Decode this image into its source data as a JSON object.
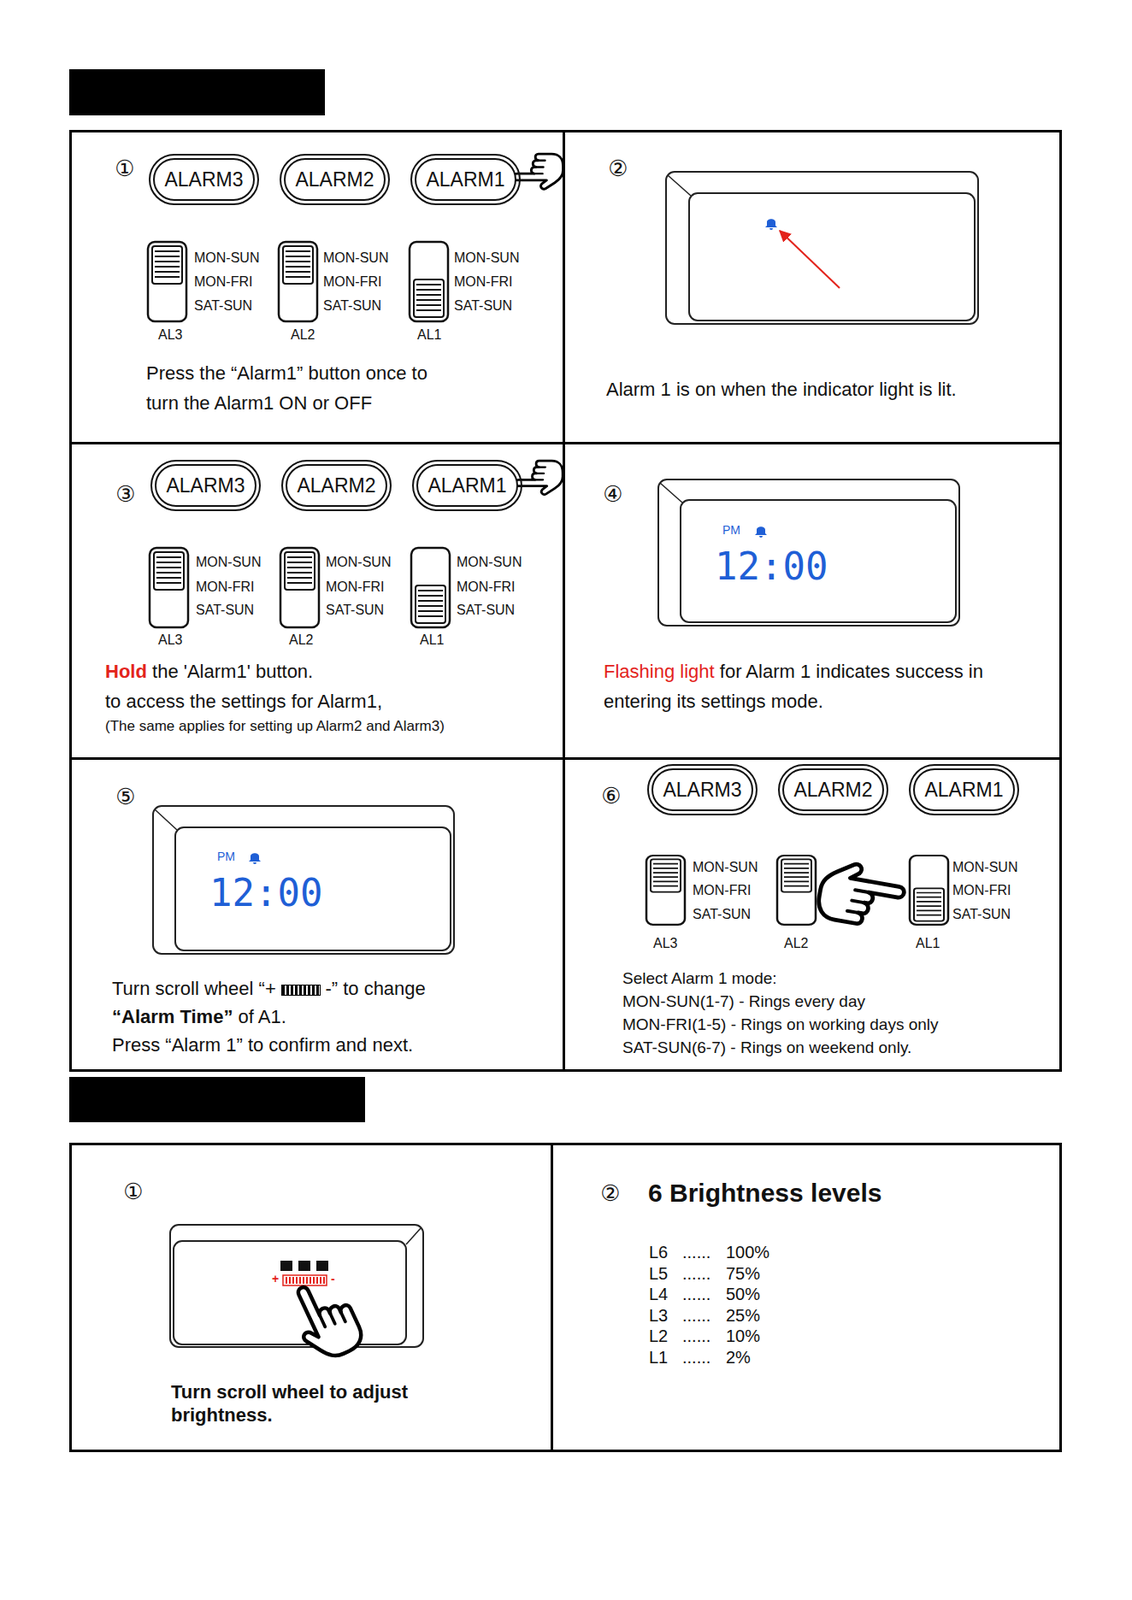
{
  "diagram": {
    "nodes": [
      {
        "text": [
          "①",
          "Press the “Alarm1” button once to turn the Alarm1 ON or OFF"
        ]
      },
      {
        "text": [
          "ALARM3"
        ],
        "in": 0
      },
      {
        "text": [
          "ALARM2"
        ],
        "in": 0
      },
      {
        "text": [
          "ALARM1"
        ],
        "in": 0
      },
      {
        "text": [
          "②",
          "Alarm 1 is on when the indicator light is lit."
        ]
      },
      {
        "text": [
          "③",
          "Hold",
          "the 'Alarm1' button.",
          "to access the settings for Alarm1,",
          "(The same applies for setting up Alarm2 and Alarm3)"
        ]
      },
      {
        "text": [
          "ALARM3"
        ],
        "in": 5
      },
      {
        "text": [
          "ALARM2"
        ],
        "in": 5
      },
      {
        "text": [
          "ALARM1"
        ],
        "in": 5
      },
      {
        "text": [
          "④",
          "Flashing light",
          "for Alarm 1 indicates success in entering its settings mode."
        ]
      },
      {
        "text": [
          "⑤",
          "Turn scroll wheel “+",
          "-” to change",
          "“Alarm Time”",
          "of A1.",
          "Press “Alarm 1” to confirm and next."
        ]
      },
      {
        "text": [
          "⑥",
          "Select Alarm 1 mode:",
          "MON-SUN(1-7) - Rings every day",
          "MON-FRI(1-5) - Rings on working days only",
          "SAT-SUN(6-7) - Rings on weekend only."
        ]
      },
      {
        "text": [
          "ALARM3"
        ],
        "in": 11
      },
      {
        "text": [
          "ALARM2"
        ],
        "in": 11
      },
      {
        "text": [
          "ALARM1"
        ],
        "in": 11
      },
      {
        "text": [
          "①",
          "Turn scroll wheel to adjust brightness."
        ]
      },
      {
        "text": [
          "②",
          "6 Brightness levels"
        ]
      }
    ],
    "labels": [
      "MON-SUN",
      "MON-FRI",
      "SAT-SUN",
      "AL3",
      "MON-SUN",
      "MON-FRI",
      "SAT-SUN",
      "AL2",
      "MON-SUN",
      "MON-FRI",
      "SAT-SUN",
      "AL1",
      "MON-SUN",
      "MON-FRI",
      "SAT-SUN",
      "AL3",
      "MON-SUN",
      "MON-FRI",
      "SAT-SUN",
      "AL2",
      "MON-SUN",
      "MON-FRI",
      "SAT-SUN",
      "AL1",
      "PM",
      "12:00",
      "PM",
      "12:00",
      "MON-SUN",
      "MON-FRI",
      "SAT-SUN",
      "AL3",
      "AL2",
      "MON-SUN",
      "MON-FRI",
      "SAT-SUN",
      "AL1",
      "L6",
      "......",
      "100%",
      "L5",
      "......",
      "75%",
      "L4",
      "......",
      "50%",
      "L3",
      "......",
      "25%",
      "L2",
      "......",
      "10%",
      "L1",
      "......",
      "2%",
      "+",
      "-"
    ]
  }
}
